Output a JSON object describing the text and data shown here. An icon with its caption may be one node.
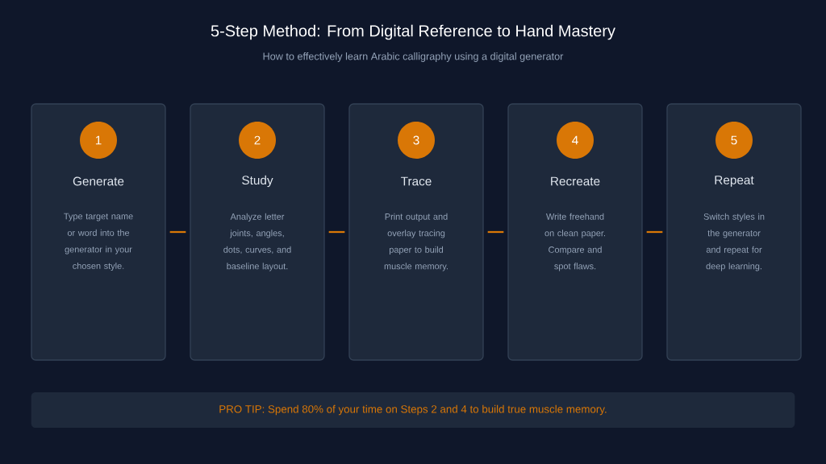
{
  "diagram": {
    "title": "5-Step Method: From Digital Reference to Hand Mastery",
    "caption": "How to effectively learn Arabic calligraphy using a digital generator",
    "nodes": [
      {
        "text": [
          "Generate",
          "Type target name or word into the generator in your chosen style."
        ]
      },
      {
        "text": [
          "1"
        ],
        "in": 0
      },
      {
        "text": [
          "Study",
          "Analyze letter joints, angles, dots, curves, and baseline layout."
        ]
      },
      {
        "text": [
          "2"
        ],
        "in": 2
      },
      {
        "text": [
          "Trace",
          "Print output and overlay tracing paper to build muscle memory."
        ]
      },
      {
        "text": [
          "3"
        ],
        "in": 4
      },
      {
        "text": [
          "Recreate",
          "Write freehand on clean paper. Compare and spot flaws."
        ]
      },
      {
        "text": [
          "4"
        ],
        "in": 6
      },
      {
        "text": [
          "Repeat",
          "Switch styles in the generator and repeat for deep learning."
        ]
      },
      {
        "text": [
          "5"
        ],
        "in": 8
      },
      {
        "text": [
          "PRO TIP: Spend 80% of your time on Steps 2 and 4 to build true muscle memory."
        ]
      }
    ],
    "edges": [
      {
        "from": 0,
        "to": 2,
        "arrow": "none"
      },
      {
        "from": 2,
        "to": 4,
        "arrow": "none"
      },
      {
        "from": 4,
        "to": 6,
        "arrow": "none"
      },
      {
        "from": 6,
        "to": 8,
        "arrow": "none"
      }
    ]
  }
}
